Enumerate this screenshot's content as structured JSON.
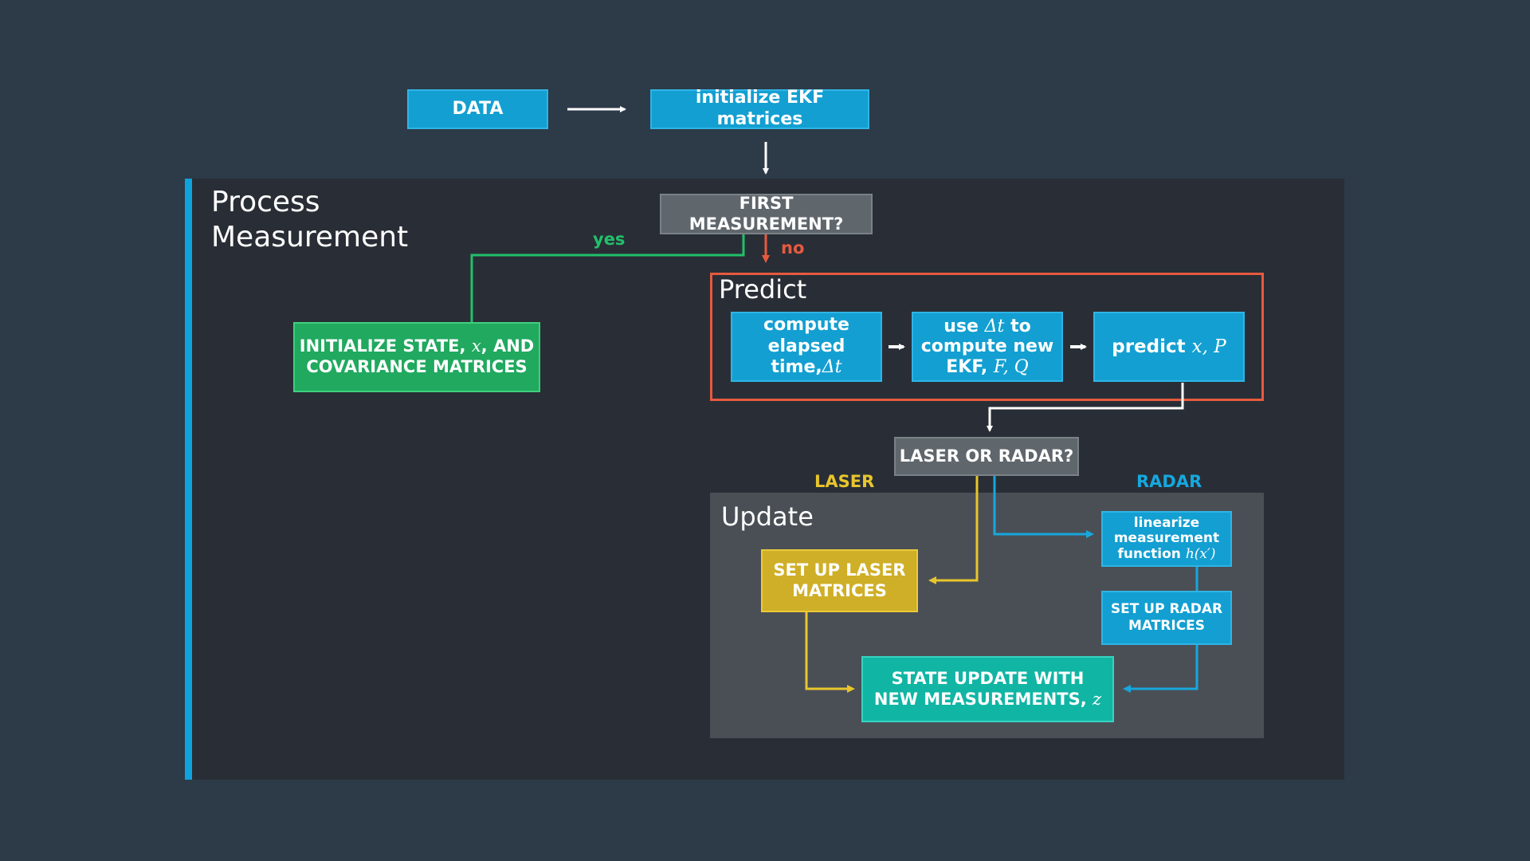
{
  "top": {
    "data_label": "DATA",
    "init_label": "initialize EKF matrices"
  },
  "process": {
    "title_line1": "Process",
    "title_line2": "Measurement",
    "first_measurement": "FIRST MEASUREMENT?",
    "yes_label": "yes",
    "no_label": "no",
    "init_state_line1_a": "INITIALIZE STATE,",
    "init_state_line1_math": "x",
    "init_state_line1_b": ", AND",
    "init_state_line2": "COVARIANCE MATRICES"
  },
  "predict": {
    "title": "Predict",
    "compute_line1": "compute",
    "compute_line2": "elapsed time,",
    "compute_math": "Δt",
    "use_line1_a": "use",
    "use_line1_math": "Δt",
    "use_line1_b": "to",
    "use_line2": "compute new",
    "use_line3_a": "EKF,",
    "use_line3_math": "F, Q",
    "predict_label": "predict",
    "predict_math": "x, P"
  },
  "decision": {
    "laser_or_radar": "LASER OR RADAR?",
    "laser_label": "LASER",
    "radar_label": "RADAR"
  },
  "update": {
    "title": "Update",
    "laser_line1": "SET UP LASER",
    "laser_line2": "MATRICES",
    "linearize_line1": "linearize",
    "linearize_line2": "measurement",
    "linearize_line3": "function",
    "linearize_math": "h(x′)",
    "radar_line1": "SET UP RADAR",
    "radar_line2": "MATRICES",
    "state_line1": "STATE UPDATE WITH",
    "state_line2": "NEW MEASUREMENTS,",
    "state_math": "z"
  },
  "colors": {
    "background": "#2d3a48",
    "process_panel": "#292e36",
    "process_bar": "#0fa3de",
    "predict_border": "#e65a3f",
    "update_panel": "#4a4f56",
    "blue_box": "#139fd1",
    "gray_box": "#5f666c",
    "green_box": "#20a95f",
    "yellow_box": "#cfaf27",
    "teal_box": "#11b5a4",
    "yes_color": "#22c06a",
    "no_color": "#e65a3f",
    "laser_color": "#e8c52c",
    "radar_color": "#16a7de"
  }
}
